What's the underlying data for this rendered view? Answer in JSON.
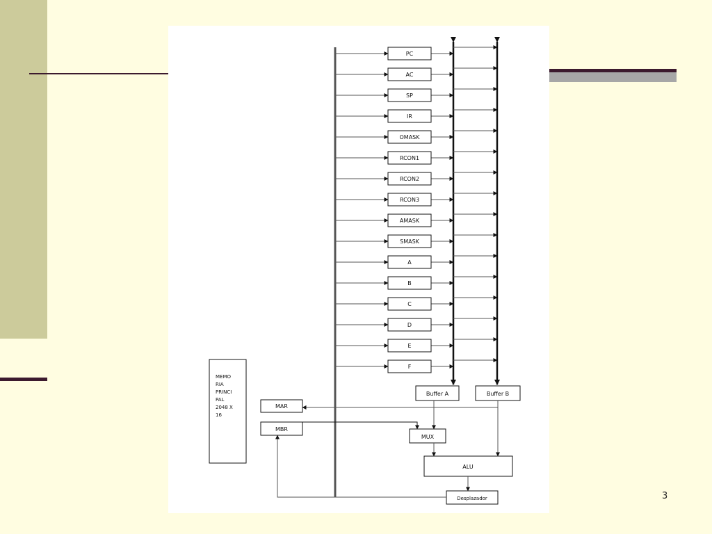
{
  "slide": {
    "page_number": "3"
  },
  "diagram": {
    "registers": [
      "PC",
      "AC",
      "SP",
      "IR",
      "OMASK",
      "RCON1",
      "RCON2",
      "RCON3",
      "AMASK",
      "SMASK",
      "A",
      "B",
      "C",
      "D",
      "E",
      "F"
    ],
    "memory_lines": [
      "MEMO",
      "RIA",
      "PRINCI",
      "PAL",
      "2048 X",
      "16"
    ],
    "mar": "MAR",
    "mbr": "MBR",
    "buffer_a": "Buffer A",
    "buffer_b": "Buffer B",
    "mux": "MUX",
    "alu": "ALU",
    "shifter": "Desplazador"
  }
}
